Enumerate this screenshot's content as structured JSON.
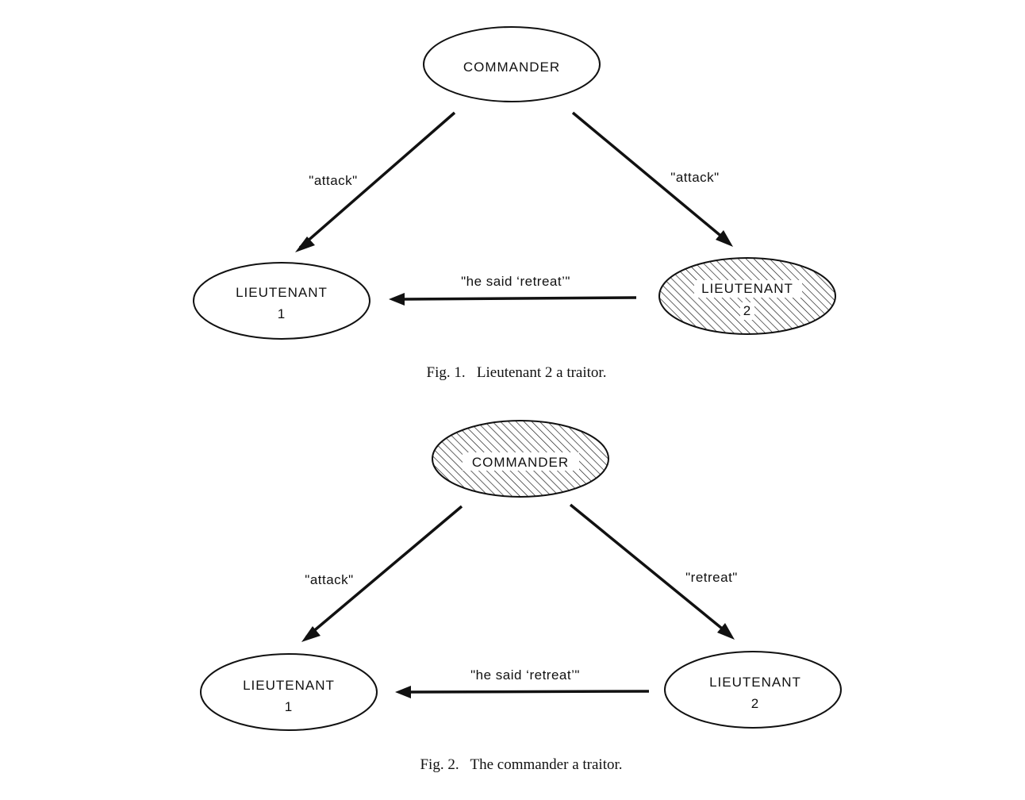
{
  "figures": [
    {
      "caption": "Fig. 1.   Lieutenant 2 a traitor.",
      "nodes": {
        "commander": {
          "lines": [
            "COMMANDER"
          ],
          "traitor": false
        },
        "lieutenant1": {
          "lines": [
            "LIEUTENANT",
            "1"
          ],
          "traitor": false
        },
        "lieutenant2": {
          "lines": [
            "LIEUTENANT",
            "2"
          ],
          "traitor": true
        }
      },
      "edges": {
        "commander_to_l1": "\"attack\"",
        "commander_to_l2": "\"attack\"",
        "l2_to_l1": "\"he said ‘retreat’\""
      }
    },
    {
      "caption": "Fig. 2.   The commander a traitor.",
      "nodes": {
        "commander": {
          "lines": [
            "COMMANDER"
          ],
          "traitor": true
        },
        "lieutenant1": {
          "lines": [
            "LIEUTENANT",
            "1"
          ],
          "traitor": false
        },
        "lieutenant2": {
          "lines": [
            "LIEUTENANT",
            "2"
          ],
          "traitor": false
        }
      },
      "edges": {
        "commander_to_l1": "\"attack\"",
        "commander_to_l2": "\"retreat\"",
        "l2_to_l1": "\"he said ‘retreat’\""
      }
    }
  ]
}
